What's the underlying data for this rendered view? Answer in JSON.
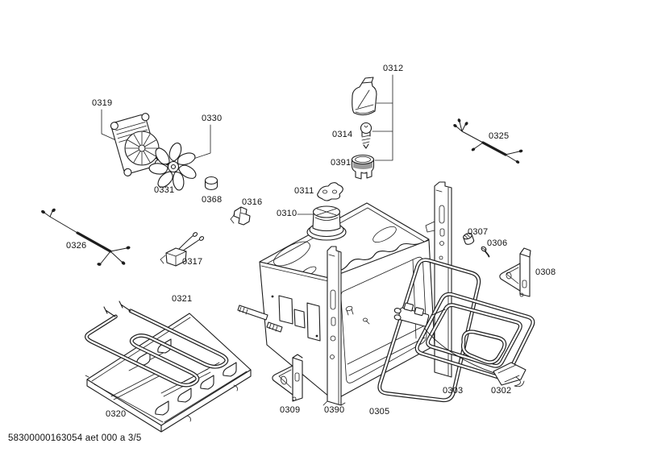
{
  "page": {
    "background": "#ffffff",
    "footer": "58300000163054 aet 000 a 3/5"
  },
  "diagram": {
    "type": "exploded-parts-diagram",
    "line_color": "#1d1d1d",
    "parts": [
      {
        "id": "0319"
      },
      {
        "id": "0330"
      },
      {
        "id": "0331"
      },
      {
        "id": "0368"
      },
      {
        "id": "0312"
      },
      {
        "id": "0314"
      },
      {
        "id": "0391"
      },
      {
        "id": "0311"
      },
      {
        "id": "0310"
      },
      {
        "id": "0316"
      },
      {
        "id": "0326"
      },
      {
        "id": "0317"
      },
      {
        "id": "0325"
      },
      {
        "id": "0307"
      },
      {
        "id": "0306"
      },
      {
        "id": "0308"
      },
      {
        "id": "0321"
      },
      {
        "id": "0320"
      },
      {
        "id": "0309"
      },
      {
        "id": "0390"
      },
      {
        "id": "0305"
      },
      {
        "id": "0303"
      },
      {
        "id": "0302"
      }
    ]
  }
}
